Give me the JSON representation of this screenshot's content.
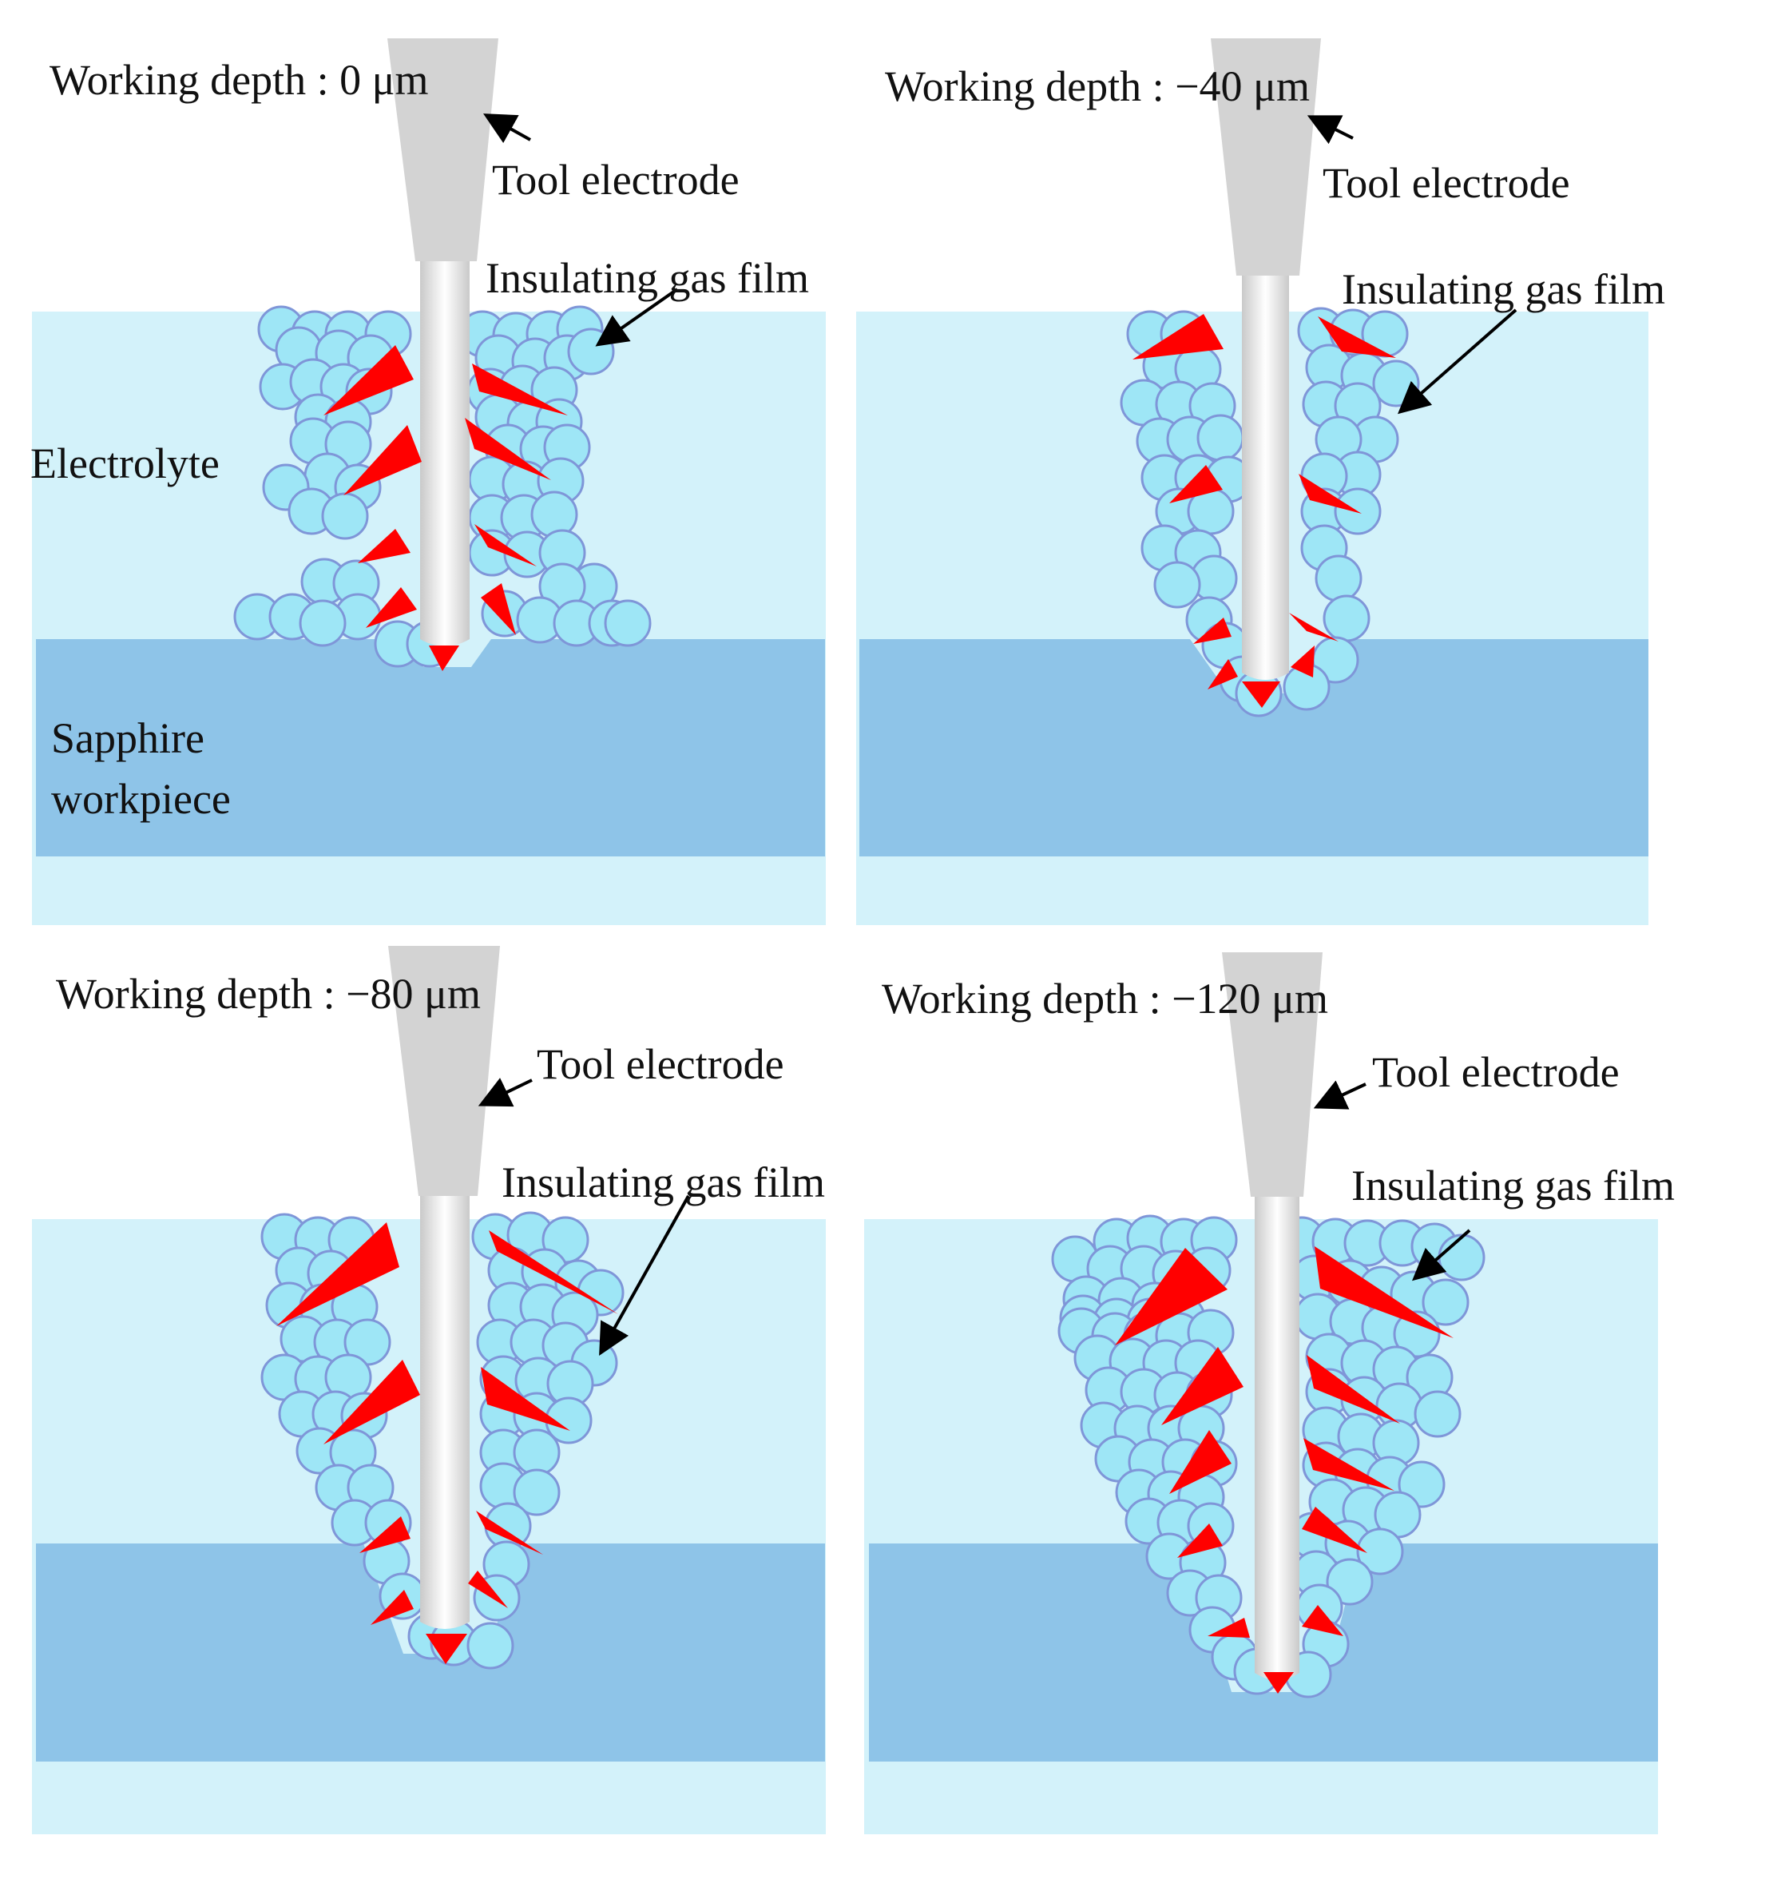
{
  "colors": {
    "electrolyte": "#d3f2fa",
    "workpiece": "#8ec4e8",
    "bubble_fill": "#9ee6f6",
    "bubble_stroke": "#7f96d8",
    "spark": "#ff0000",
    "electrode": "#d3d3d3",
    "arrow": "#000000",
    "background": "#ffffff"
  },
  "icons": {
    "bubble": "gas-bubble-icon",
    "spark": "discharge-spark-icon",
    "electrode": "tool-electrode-icon",
    "arrow": "callout-arrow-icon"
  },
  "panels": [
    {
      "depth_label": "Working depth : 0 μm",
      "depth_um": 0,
      "tool_label": "Tool electrode",
      "gas_film_label": "Insulating gas film",
      "electrolyte_label": "Electrolyte",
      "workpiece_label_line1": "Sapphire",
      "workpiece_label_line2": "workpiece"
    },
    {
      "depth_label": "Working depth : −40 μm",
      "depth_um": -40,
      "tool_label": "Tool electrode",
      "gas_film_label": "Insulating gas film",
      "electrolyte_label": "",
      "workpiece_label_line1": "",
      "workpiece_label_line2": ""
    },
    {
      "depth_label": "Working depth : −80 μm",
      "depth_um": -80,
      "tool_label": "Tool electrode",
      "gas_film_label": "Insulating gas film",
      "electrolyte_label": "",
      "workpiece_label_line1": "",
      "workpiece_label_line2": ""
    },
    {
      "depth_label": "Working depth : −120 μm",
      "depth_um": -120,
      "tool_label": "Tool electrode",
      "gas_film_label": "Insulating gas film",
      "electrolyte_label": "",
      "workpiece_label_line1": "",
      "workpiece_label_line2": ""
    }
  ]
}
